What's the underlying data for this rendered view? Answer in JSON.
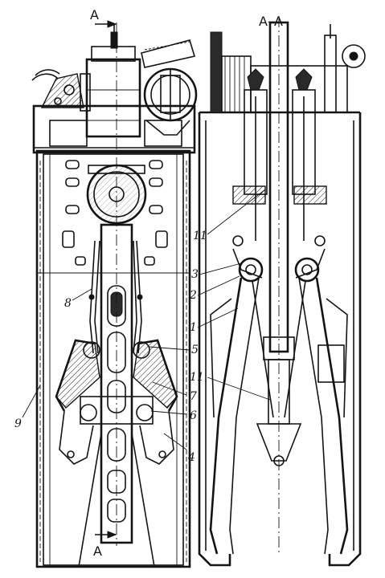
{
  "section_labels": {
    "top_left": "A",
    "bottom_left": "A",
    "right_view": "A–A"
  },
  "callouts": [
    {
      "id": "1",
      "text": "1"
    },
    {
      "id": "2",
      "text": "2"
    },
    {
      "id": "3",
      "text": "3"
    },
    {
      "id": "4",
      "text": "4"
    },
    {
      "id": "5",
      "text": "5"
    },
    {
      "id": "6",
      "text": "6"
    },
    {
      "id": "7",
      "text": "7"
    },
    {
      "id": "8",
      "text": "8"
    },
    {
      "id": "9",
      "text": "9"
    },
    {
      "id": "11a",
      "text": "11"
    },
    {
      "id": "11b",
      "text": "11"
    }
  ]
}
